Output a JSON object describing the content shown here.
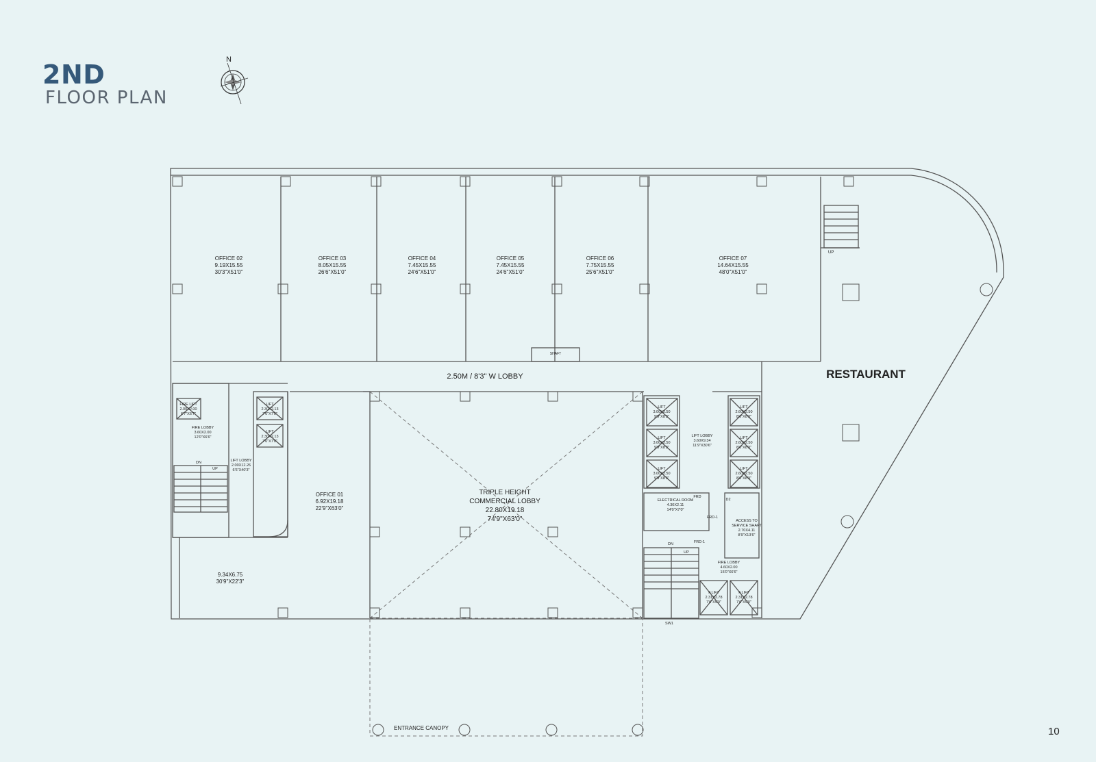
{
  "header": {
    "title_main": "2ND",
    "title_sub": "FLOOR PLAN",
    "compass_label": "N"
  },
  "corridor_label": "2.50M / 8'3\" W LOBBY",
  "offices": [
    {
      "name": "OFFICE 02",
      "metric": "9.19X15.55",
      "imperial": "30'3\"X51'0\""
    },
    {
      "name": "OFFICE 03",
      "metric": "8.05X15.55",
      "imperial": "26'6\"X51'0\""
    },
    {
      "name": "OFFICE 04",
      "metric": "7.45X15.55",
      "imperial": "24'6\"X51'0\""
    },
    {
      "name": "OFFICE 05",
      "metric": "7.45X15.55",
      "imperial": "24'6\"X51'0\""
    },
    {
      "name": "OFFICE 06",
      "metric": "7.75X15.55",
      "imperial": "25'6\"X51'0\""
    },
    {
      "name": "OFFICE 07",
      "metric": "14.64X15.55",
      "imperial": "48'0\"X51'0\""
    },
    {
      "name": "OFFICE 01",
      "metric": "6.92X19.18",
      "imperial": "22'9\"X63'0\""
    }
  ],
  "restaurant_label": "RESTAURANT",
  "lobby": {
    "line1": "TRIPLE HEIGHT",
    "line2": "COMMERCIAL LOBBY",
    "metric": "22.80X19.18",
    "imperial": "74'9\"X63'0\""
  },
  "west_room": {
    "metric": "9.34X6.75",
    "imperial": "30'9\"X22'3\""
  },
  "entrance_canopy": "ENTRANCE CANOPY",
  "core_west": {
    "fire_lift": {
      "name": "FIRE LIFT",
      "metric": "2.00X2.00",
      "imperial": "6'7\"X6'7\""
    },
    "lift_a": {
      "name": "LIFT",
      "metric": "2.30X2.13",
      "imperial": "7'6\"X7'0\""
    },
    "lift_b": {
      "name": "LIFT",
      "metric": "2.30X2.13",
      "imperial": "7'6\"X7'0\""
    },
    "fire_lobby": {
      "name": "FIRE LOBBY",
      "metric": "3.60X2.00",
      "imperial": "12'0\"X6'6\""
    },
    "lift_lobby": {
      "name": "LIFT LOBBY",
      "metric": "2.00X12.26",
      "imperial": "6'6\"X40'3\""
    },
    "stair_dn": "DN",
    "stair_up": "UP"
  },
  "core_east": {
    "lifts_left": [
      {
        "name": "LIFT",
        "metric": "3.00X2.50",
        "imperial": "9'9\"X8'3\""
      },
      {
        "name": "LIFT",
        "metric": "3.00X2.50",
        "imperial": "9'9\"X8'3\""
      },
      {
        "name": "LIFT",
        "metric": "3.00X2.50",
        "imperial": "9'9\"X8'3\""
      }
    ],
    "lifts_right": [
      {
        "name": "LIFT",
        "metric": "2.60X2.50",
        "imperial": "8'6\"X8'3\""
      },
      {
        "name": "LIFT",
        "metric": "2.60X2.50",
        "imperial": "8'6\"X8'3\""
      },
      {
        "name": "LIFT",
        "metric": "2.60X2.50",
        "imperial": "8'6\"X8'3\""
      }
    ],
    "lift_lobby": {
      "name": "LIFT LOBBY",
      "metric": "3.60X9.34",
      "imperial": "11'9\"X30'6\""
    },
    "electrical_room": {
      "name": "ELECTRICAL ROOM",
      "metric": "4.30X2.11",
      "imperial": "14'0\"X7'0\""
    },
    "service_shaft": {
      "name1": "ACCESS TO",
      "name2": "SERVICE SHAFT",
      "metric": "2.70X4.11",
      "imperial": "8'9\"X13'6\""
    },
    "fire_lobby": {
      "name": "FIRE LOBBY",
      "metric": "4.60X2.00",
      "imperial": "15'0\"X6'6\""
    },
    "fire_lift_a": {
      "name": "F.LIFT",
      "metric": "2.31X2.78",
      "imperial": "7'6\"X9'0\""
    },
    "fire_lift_b": {
      "name": "F.LIFT",
      "metric": "2.31X2.78",
      "imperial": "7'6\"X9'0\""
    },
    "frd_1": "FRD-1",
    "frd_2": "FRD-1",
    "frd": "FRD",
    "d2": "D2",
    "sw1": "SW1",
    "stair_dn": "DN",
    "stair_up": "UP"
  },
  "shaft_label": "SHAFT",
  "stair_up_label": "UP",
  "page_number": "10"
}
